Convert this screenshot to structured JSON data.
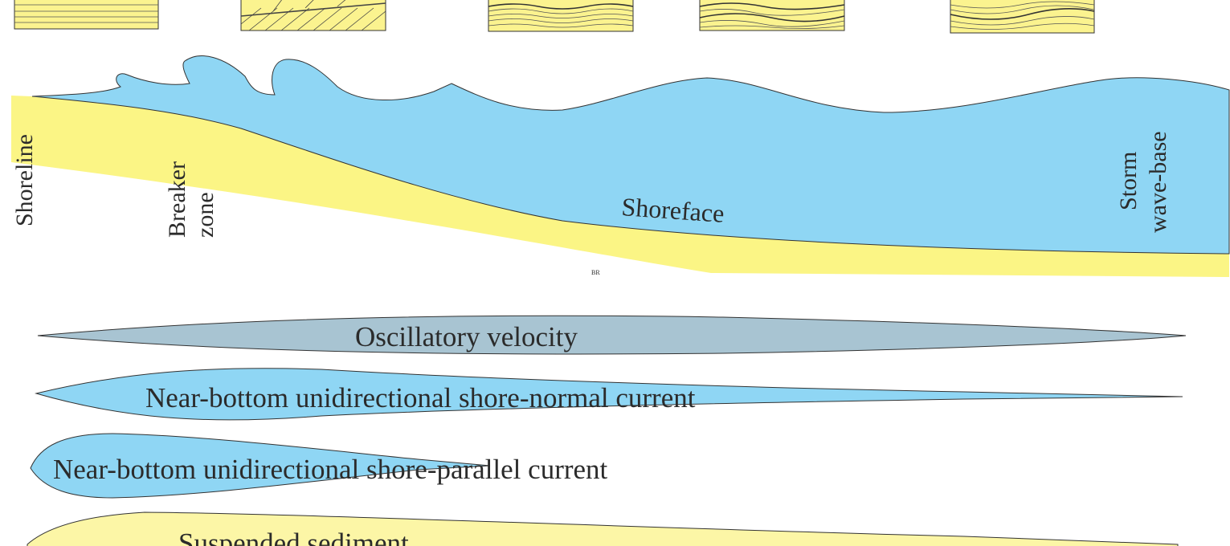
{
  "labels": {
    "shoreline": "Shoreline",
    "breaker_line1": "Breaker",
    "breaker_line2": "zone",
    "shoreface": "Shoreface",
    "storm_line1": "Storm",
    "storm_line2": "wave-base",
    "watermark": "BR"
  },
  "processes": [
    {
      "label": "Oscillatory velocity",
      "color": "#a8c4d2"
    },
    {
      "label": "Near-bottom unidirectional shore-normal current",
      "color": "#8fd6f4"
    },
    {
      "label": "Near-bottom unidirectional shore-parallel current",
      "color": "#8fd6f4"
    },
    {
      "label": "Suspended sediment",
      "color": "#fcf6a6"
    }
  ],
  "colors": {
    "water": "#8fd6f4",
    "sand": "#fbf585",
    "outline": "#333333",
    "box_fill": "#fbf38f"
  },
  "strata_boxes": [
    {
      "pattern": "horizontal-laminae"
    },
    {
      "pattern": "low-angle-cross-laminae"
    },
    {
      "pattern": "wavy-laminae"
    },
    {
      "pattern": "hummocky-laminae"
    },
    {
      "pattern": "swaley-laminae"
    }
  ]
}
